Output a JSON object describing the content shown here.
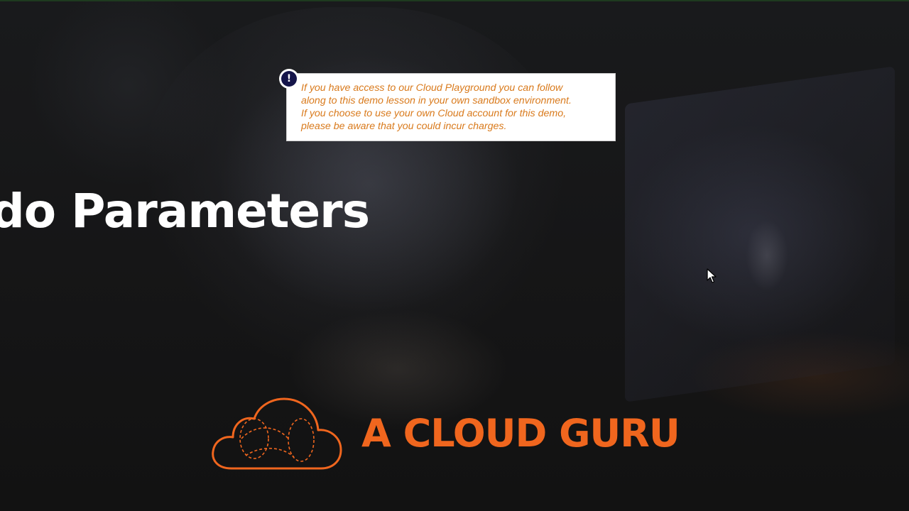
{
  "slide": {
    "title": "udo Parameters"
  },
  "notice": {
    "icon": "exclamation-icon",
    "lines": [
      "If you have access to our Cloud Playground you can follow",
      "along to this demo lesson in your own sandbox environment.",
      "If you choose to use your own Cloud account for this demo,",
      "please be aware that you could incur charges."
    ],
    "text_color": "#d97a1c",
    "icon_color": "#15154a"
  },
  "logo": {
    "text": "A CLOUD GURU",
    "icon": "cloud-logo-icon",
    "color": "#f0661e"
  },
  "cursor": {
    "icon": "mouse-pointer-icon"
  }
}
